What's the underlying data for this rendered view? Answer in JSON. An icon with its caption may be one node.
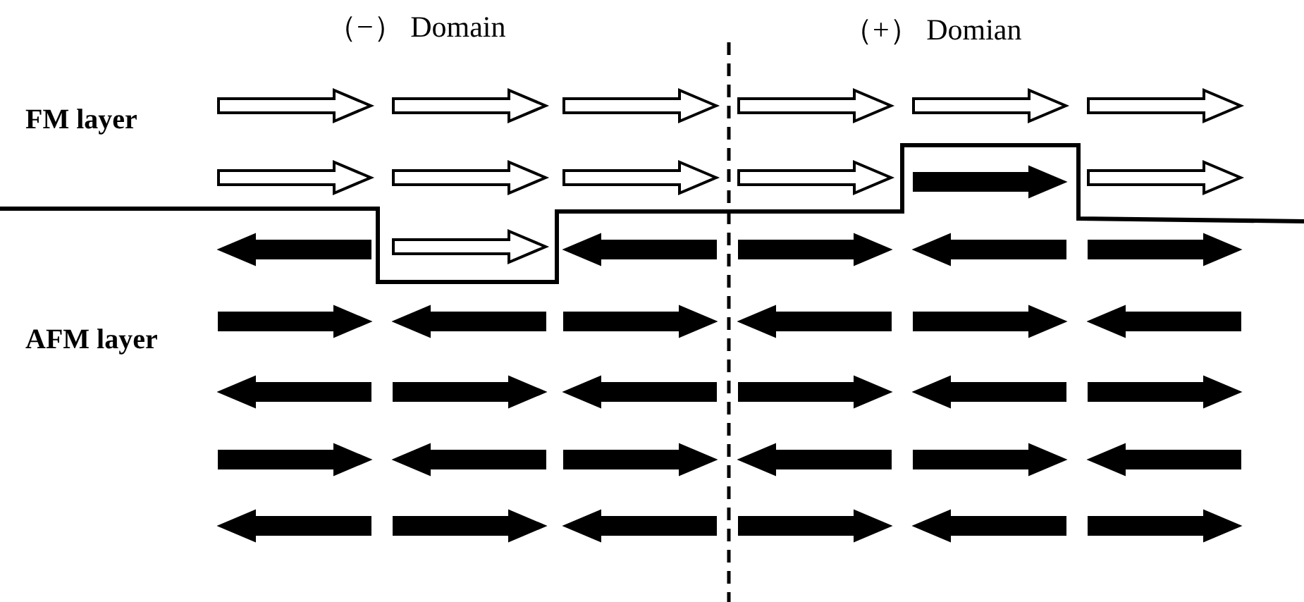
{
  "diagram": {
    "labels": [
      "（−） Domain",
      "（+） Domian",
      "FM layer",
      "AFM layer"
    ]
  }
}
